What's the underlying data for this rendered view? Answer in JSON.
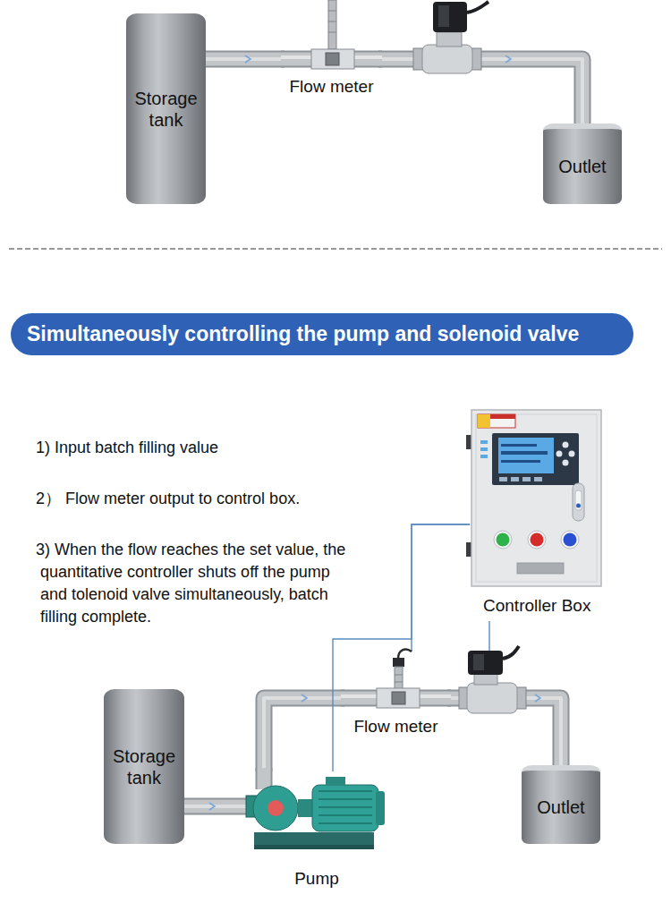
{
  "diagram": {
    "title": "Simultaneously controlling the pump and solenoid valve",
    "nodes": [
      {
        "text": [
          "Storage tank"
        ]
      },
      {
        "text": [
          "Flow meter"
        ]
      },
      {
        "text": [
          "Outlet"
        ]
      },
      {
        "text": [
          "Controller Box"
        ]
      },
      {
        "text": [
          "Flow meter"
        ]
      },
      {
        "text": [
          "Storage tank"
        ]
      },
      {
        "text": [
          "Outlet"
        ]
      },
      {
        "text": [
          "Pump"
        ]
      }
    ],
    "edges": [
      {
        "from": 0,
        "to": 1,
        "arrow": "none"
      },
      {
        "from": 1,
        "to": 2,
        "arrow": "none"
      },
      {
        "from": 5,
        "to": 7,
        "arrow": "none"
      },
      {
        "from": 7,
        "to": 4,
        "arrow": "none"
      },
      {
        "from": 4,
        "to": 6,
        "arrow": "none"
      },
      {
        "from": 3,
        "to": 4,
        "arrow": "none"
      },
      {
        "from": 3,
        "to": 7,
        "arrow": "none"
      }
    ],
    "labels": [
      "1) Input batch filling value",
      "2） Flow meter output to control box.",
      "3) When the flow reaches the set value, the quantitative controller shuts off the pump and tolenoid valve simultaneously, batch filling complete."
    ]
  }
}
